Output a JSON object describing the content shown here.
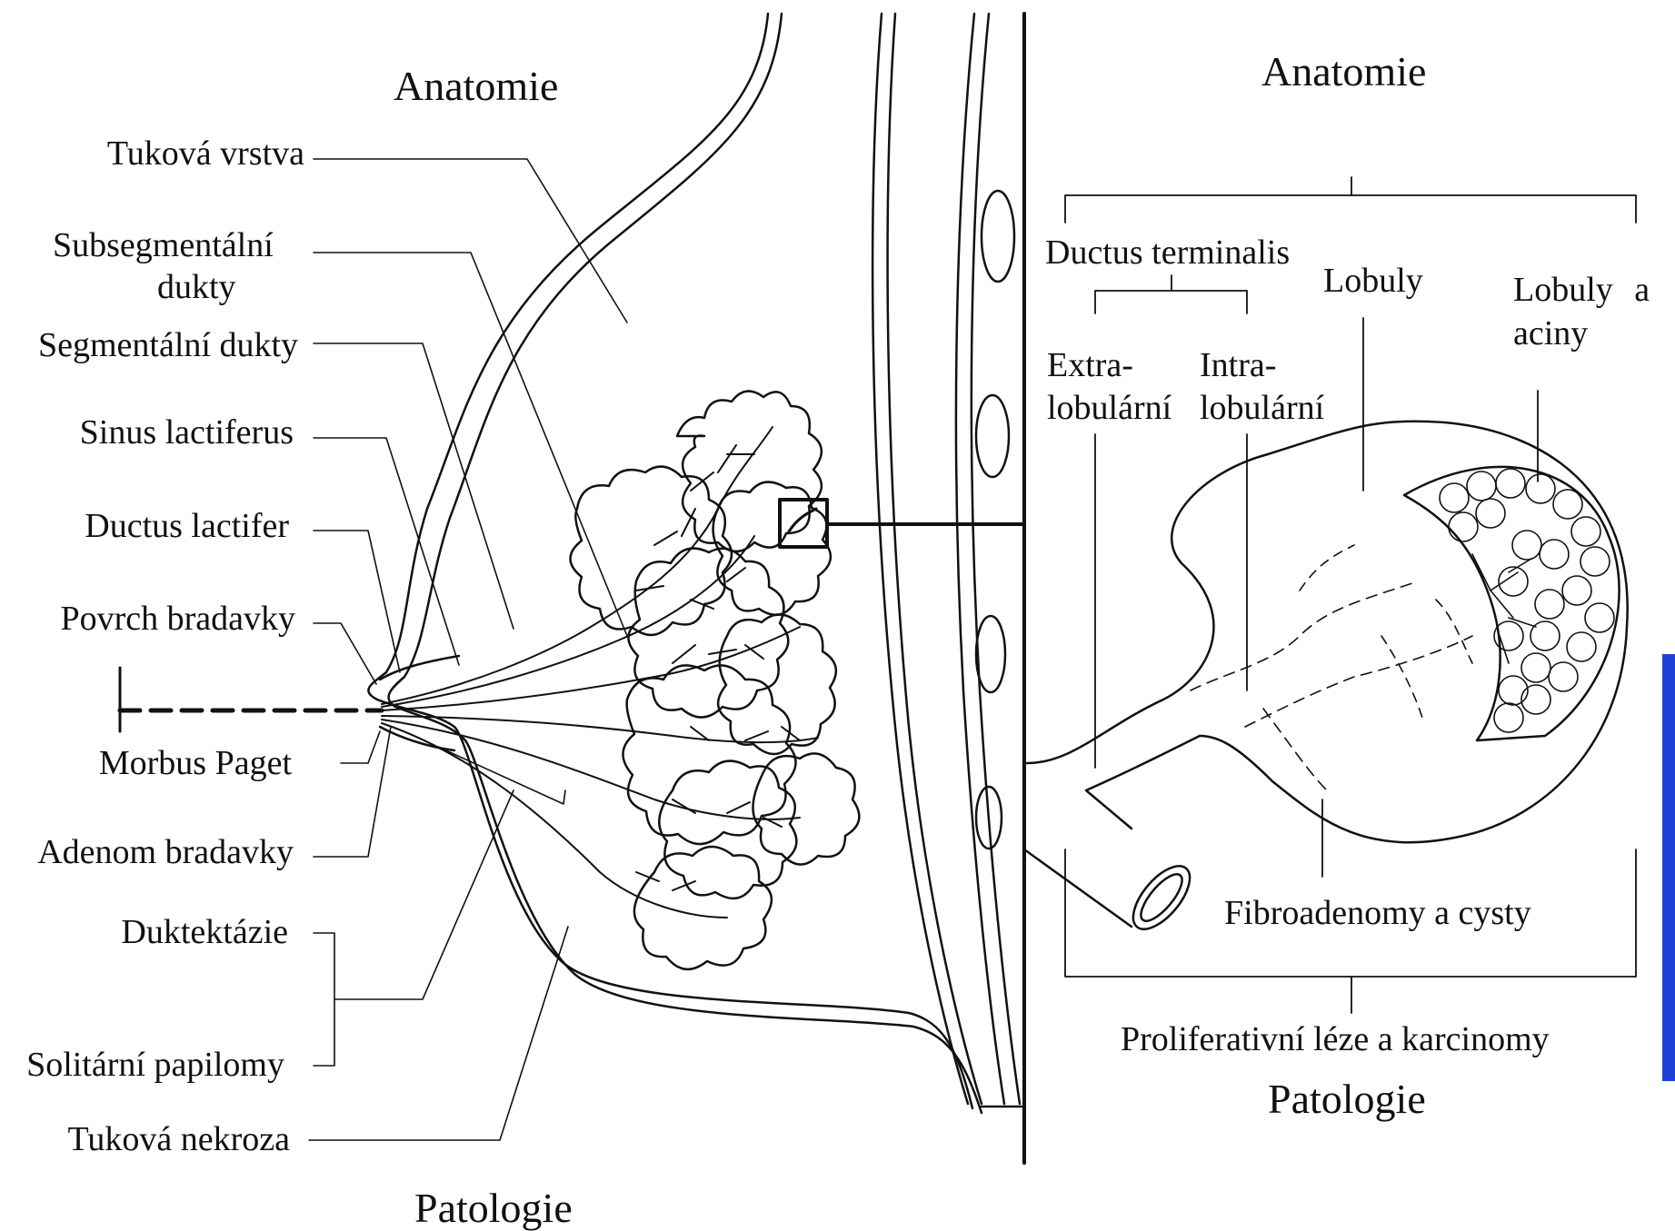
{
  "left": {
    "header": "Anatomie",
    "footer": "Patologie",
    "labels": {
      "fat_layer": "Tuková vrstva",
      "subsegmental_1": "Subsegmentální",
      "subsegmental_2": "dukty",
      "segmental": "Segmentální dukty",
      "sinus": "Sinus lactiferus",
      "ductus": "Ductus lactifer",
      "nipple_surface": "Povrch bradavky",
      "paget": "Morbus Paget",
      "nipple_adenoma": "Adenom bradavky",
      "ductectasia": "Duktektázie",
      "papillomas": "Solitární papilomy",
      "fat_necrosis": "Tuková nekroza"
    }
  },
  "right": {
    "header": "Anatomie",
    "footer": "Patologie",
    "labels": {
      "ductus_terminalis": "Ductus terminalis",
      "lobules": "Lobuly",
      "lobules_acini_1": "Lobuly a",
      "lobules_acini_2": "aciny",
      "extra_1": "Extra-",
      "extra_2": "lobulární",
      "intra_1": "Intra-",
      "intra_2": "lobulární",
      "fibroadenoma": "Fibroadenomy a cysty",
      "proliferative": "Proliferativní léze a karcinomy"
    }
  },
  "colors": {
    "ink": "#111111",
    "background": "#ffffff",
    "edge_accent": "#1f3fd6"
  }
}
